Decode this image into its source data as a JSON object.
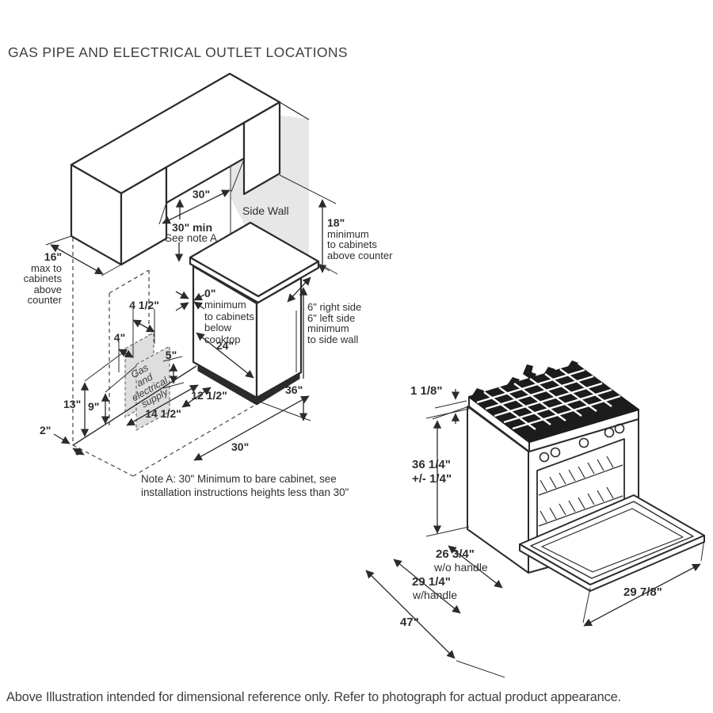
{
  "title": "GAS PIPE AND ELECTRICAL OUTLET LOCATIONS",
  "footer": "Above Illustration intended for dimensional reference only. Refer to photograph for actual product appearance.",
  "wall": {
    "side_wall": "Side Wall",
    "top_width": "30\"",
    "opening_min": "30\" min",
    "opening_note": "See note A",
    "above_counter": {
      "value": "18\"",
      "l1": "minimum",
      "l2": "to cabinets",
      "l3": "above counter"
    },
    "max_above": {
      "value": "16\"",
      "l1": "max to",
      "l2": "cabinets",
      "l3": "above",
      "l4": "counter"
    },
    "below_cooktop": {
      "value": "0\"",
      "l1": "minimum",
      "l2": "to cabinets",
      "l3": "below",
      "l4": "cooktop"
    },
    "side_clearance": {
      "l1": "6\" right side",
      "l2": "6\" left side",
      "l3": "minimum",
      "l4": "to side wall"
    },
    "supply_width": "4 1/2\"",
    "supply_offset": "4\"",
    "supply_bottom": "5\"",
    "supply_h1": "13\"",
    "supply_h2": "9\"",
    "wall_gap": "2\"",
    "floor_d1": "14 1/2\"",
    "floor_d2": "12 1/2\"",
    "counter_depth": "24\"",
    "counter_height": "36\"",
    "range_width": "30\"",
    "supply_zone": {
      "l1": "Gas",
      "l2": "and",
      "l3": "electrical",
      "l4": "supply"
    },
    "note": {
      "l1": "Note A: 30\" Minimum to bare cabinet, see",
      "l2": "installation instructions heights less than 30\""
    }
  },
  "range": {
    "cooktop_lip": "1 1/8\"",
    "height": {
      "l1": "36 1/4\"",
      "l2": "+/- 1/4\""
    },
    "depth_no_handle": {
      "value": "26 3/4\"",
      "label": "w/o handle"
    },
    "depth_handle": {
      "value": "29 1/4\"",
      "label": "w/handle"
    },
    "depth_door_open": "47\"",
    "door_width": "29 7/8\""
  }
}
